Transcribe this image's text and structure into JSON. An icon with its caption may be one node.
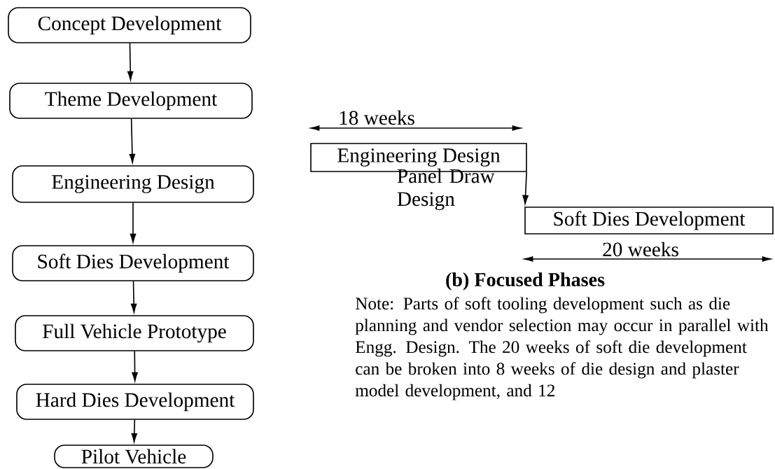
{
  "diagram": {
    "nodes": [
      {
        "text": [
          "Concept Development"
        ]
      },
      {
        "text": [
          "Theme Development"
        ]
      },
      {
        "text": [
          "Engineering Design"
        ]
      },
      {
        "text": [
          "Soft Dies Development"
        ]
      },
      {
        "text": [
          "Full Vehicle Prototype"
        ]
      },
      {
        "text": [
          "Hard Dies Development"
        ]
      },
      {
        "text": [
          "Pilot Vehicle"
        ]
      },
      {
        "text": [
          "Engineering Design"
        ]
      },
      {
        "text": [
          "Soft Dies Development"
        ]
      }
    ],
    "edges": [
      {
        "from": 0,
        "to": 1,
        "arrow": "to"
      },
      {
        "from": 1,
        "to": 2,
        "arrow": "to"
      },
      {
        "from": 2,
        "to": 3,
        "arrow": "to"
      },
      {
        "from": 3,
        "to": 4,
        "arrow": "to"
      },
      {
        "from": 4,
        "to": 5,
        "arrow": "to"
      },
      {
        "from": 5,
        "to": 6,
        "arrow": "to"
      },
      {
        "from": 7,
        "to": 8,
        "arrow": "to",
        "label": "Panel Draw Design"
      }
    ],
    "labels": [
      "18 weeks",
      "20 weeks",
      "(b) Focused Phases",
      "Note: Parts of soft tooling development such as die planning and vendor selection may occur in parallel with Engg. Design. The 20 weeks of soft die development can be broken into 8 weeks of die design and plaster model development, and 12"
    ]
  }
}
